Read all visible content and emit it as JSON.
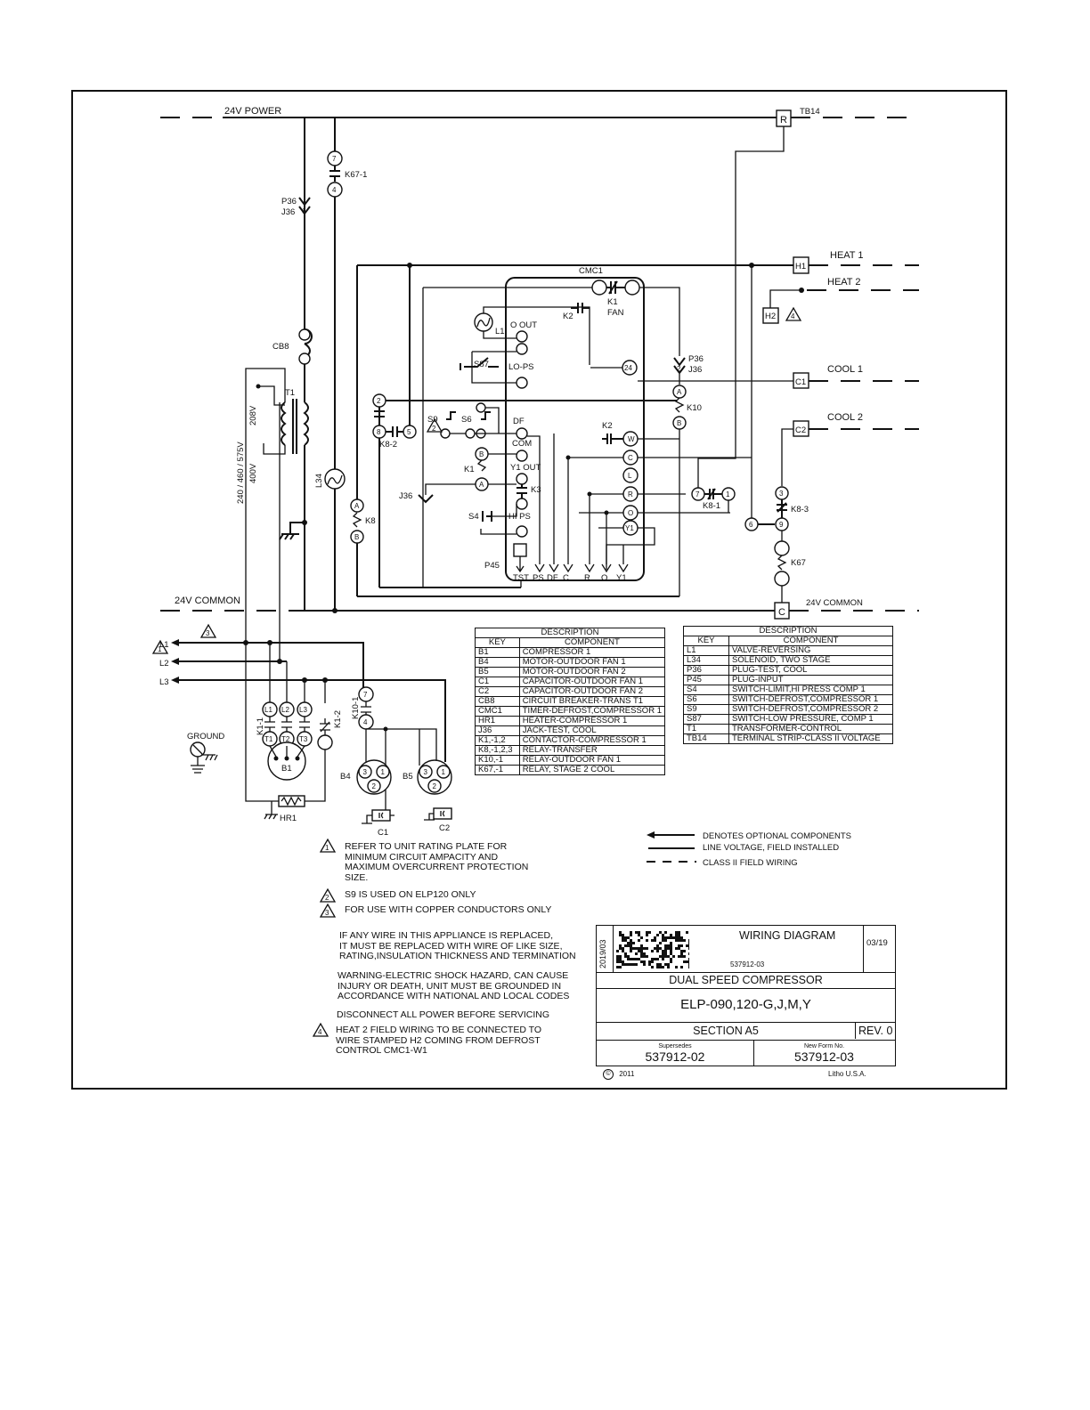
{
  "diagram": {
    "buses": {
      "power": "24V POWER",
      "common": "24V COMMON",
      "common_right": "24V COMMON",
      "tb14": "TB14",
      "r_terminal": "R",
      "c_terminal": "C"
    },
    "field": {
      "heat1": "HEAT 1",
      "heat1_term": "H1",
      "heat2": "HEAT 2",
      "heat2_term": "H2",
      "cool1": "COOL 1",
      "cool1_term": "C1",
      "cool2": "COOL 2",
      "cool2_term": "C2",
      "note4": "4"
    },
    "control": {
      "cmc1": "CMC1",
      "o_out": "O OUT",
      "lo_ps": "LO-PS",
      "df": "DF",
      "com": "COM",
      "y1_out": "Y1 OUT",
      "hi_ps": "HI PS",
      "k1_fan_a": "K1",
      "k1_fan_b": "FAN",
      "k2": "K2",
      "k2b": "K2",
      "k3": "K3",
      "t24": "24",
      "tW": "W",
      "tC": "C",
      "tL": "L",
      "tR": "R",
      "tO": "O",
      "tY1": "Y1",
      "bottom_pins": [
        "TST",
        "PS",
        "DF",
        "C",
        "R",
        "O",
        "Y1"
      ],
      "p45": "P45"
    },
    "parts": {
      "k67_1": "K67-1",
      "n7": "7",
      "n4": "4",
      "p36": "P36",
      "j36": "J36",
      "n6": "6",
      "cb8": "CB8",
      "t1": "T1",
      "v208": "208V",
      "v240": "240 / 460 / 575V",
      "v400": "400V",
      "l34": "L34",
      "l1": "L1",
      "s87": "S87",
      "n2": "2",
      "n8": "8",
      "n5": "5",
      "k8_2": "K8-2",
      "s9": "S9",
      "s6": "S6",
      "note2": "2",
      "tB": "B",
      "tA": "A",
      "k1": "K1",
      "j36b": "J36",
      "j36_pin": "1",
      "s4": "S4",
      "k8": "K8",
      "kA": "A",
      "kB": "B",
      "p36b": "P36",
      "j36c": "J36",
      "n2b": "2",
      "k10": "K10",
      "k10A": "A",
      "k10B": "B",
      "k8_1": "K8-1",
      "n7b": "7",
      "n1b": "1",
      "n3": "3",
      "k8_3": "K8-3",
      "n6b": "6",
      "n9": "9",
      "k67": "K67"
    },
    "line_voltage": {
      "note1": "1",
      "note3": "3",
      "l1": "L1",
      "l2": "L2",
      "l3": "L3",
      "ground": "GROUND",
      "k1_1": "K1-1",
      "k1_2": "K1-2",
      "tL1": "L1",
      "tL2": "L2",
      "tL3": "L3",
      "tT1": "T1",
      "tT2": "T2",
      "tT3": "T3",
      "b1": "B1",
      "hr1": "HR1",
      "k10_1": "K10-1",
      "n7": "7",
      "n4": "4",
      "b4": "B4",
      "b5": "B5",
      "m3": "3",
      "m1": "1",
      "m2": "2",
      "c1": "C1",
      "c2": "C2"
    }
  },
  "legend_left": {
    "title": "DESCRIPTION",
    "key_header": "KEY",
    "component_header": "COMPONENT",
    "rows": [
      [
        "B1",
        "COMPRESSOR 1"
      ],
      [
        "B4",
        "MOTOR-OUTDOOR FAN 1"
      ],
      [
        "B5",
        "MOTOR-OUTDOOR FAN 2"
      ],
      [
        "C1",
        "CAPACITOR-OUTDOOR FAN 1"
      ],
      [
        "C2",
        "CAPACITOR-OUTDOOR FAN 2"
      ],
      [
        "CB8",
        "CIRCUIT BREAKER-TRANS T1"
      ],
      [
        "CMC1",
        "TIMER-DEFROST,COMPRESSOR 1"
      ],
      [
        "HR1",
        "HEATER-COMPRESSOR 1"
      ],
      [
        "J36",
        "JACK-TEST, COOL"
      ],
      [
        "K1,-1,2",
        "CONTACTOR-COMPRESSOR 1"
      ],
      [
        "K8,-1,2,3",
        "RELAY-TRANSFER"
      ],
      [
        "K10,-1",
        "RELAY-OUTDOOR FAN 1"
      ],
      [
        "K67,-1",
        "RELAY, STAGE 2 COOL"
      ]
    ]
  },
  "legend_right": {
    "title": "DESCRIPTION",
    "key_header": "KEY",
    "component_header": "COMPONENT",
    "rows": [
      [
        "L1",
        "VALVE-REVERSING"
      ],
      [
        "L34",
        "SOLENOID, TWO STAGE"
      ],
      [
        "P36",
        "PLUG-TEST, COOL"
      ],
      [
        "P45",
        "PLUG-INPUT"
      ],
      [
        "S4",
        "SWITCH-LIMIT,HI PRESS COMP 1"
      ],
      [
        "S6",
        "SWITCH-DEFROST,COMPRESSOR 1"
      ],
      [
        "S9",
        "SWITCH-DEFROST,COMPRESSOR 2"
      ],
      [
        "S87",
        "SWITCH-LOW PRESSURE, COMP 1"
      ],
      [
        "T1",
        "TRANSFORMER-CONTROL"
      ],
      [
        "TB14",
        "TERMINAL STRIP-CLASS II VOLTAGE"
      ]
    ]
  },
  "wire_legend": {
    "optional": "DENOTES OPTIONAL COMPONENTS",
    "line_voltage": "LINE VOLTAGE, FIELD INSTALLED",
    "class2": "CLASS II FIELD WIRING"
  },
  "notes": {
    "n1_num": "1",
    "n1_lines": [
      "REFER TO UNIT RATING PLATE FOR",
      "MINIMUM CIRCUIT AMPACITY AND",
      "MAXIMUM OVERCURRENT PROTECTION",
      "SIZE."
    ],
    "n2_num": "2",
    "n2": "S9 IS USED ON ELP120 ONLY",
    "n3_num": "3",
    "n3": "FOR USE WITH COPPER CONDUCTORS ONLY",
    "replace_lines": [
      "IF ANY WIRE IN THIS APPLIANCE IS REPLACED,",
      "IT MUST BE REPLACED WITH WIRE OF LIKE SIZE,",
      "RATING,INSULATION THICKNESS AND TERMINATION"
    ],
    "warning_lines": [
      "WARNING-ELECTRIC SHOCK HAZARD, CAN CAUSE",
      "INJURY OR DEATH, UNIT MUST BE GROUNDED IN",
      "ACCORDANCE WITH NATIONAL AND LOCAL CODES"
    ],
    "disconnect": "DISCONNECT ALL POWER BEFORE SERVICING",
    "n4_num": "4",
    "n4_lines": [
      "HEAT 2 FIELD WIRING TO BE CONNECTED TO",
      "WIRE STAMPED H2 COMING FROM DEFROST",
      "CONTROL CMC1-W1"
    ]
  },
  "title_block": {
    "date_code": "2019/03",
    "title": "WIRING DIAGRAM",
    "form_small": "537912-03",
    "date": "03/19",
    "product": "DUAL SPEED COMPRESSOR",
    "models": "ELP-090,120-G,J,M,Y",
    "section": "SECTION A5",
    "rev": "REV. 0",
    "supersedes_label": "Supersedes",
    "supersedes": "537912-02",
    "new_form_label": "New Form No.",
    "new_form": "537912-03",
    "copyright": "2011",
    "litho": "Litho U.S.A."
  }
}
